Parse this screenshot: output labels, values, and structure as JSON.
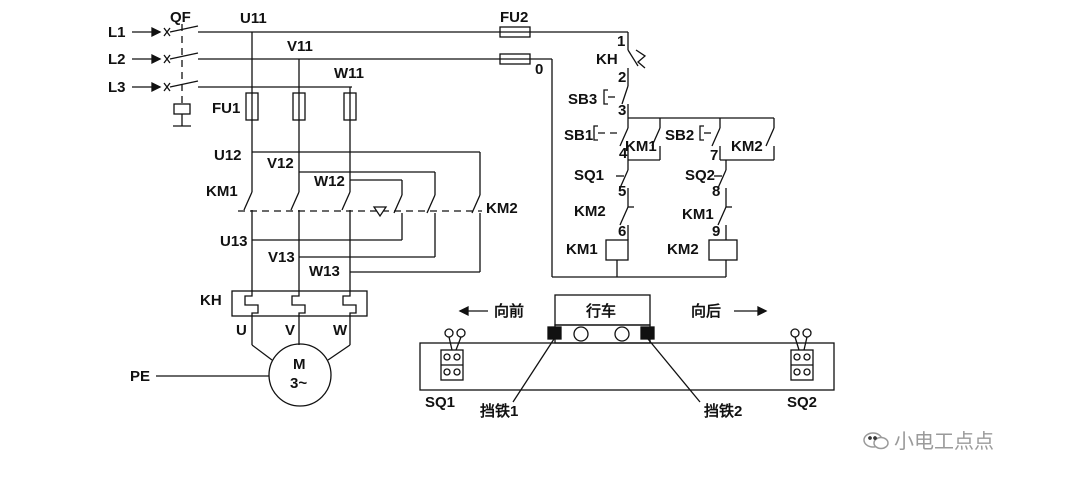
{
  "power": {
    "lines": [
      "L1",
      "L2",
      "L3"
    ],
    "breaker": "QF",
    "fuse_main": "FU1",
    "fuse_ctrl": "FU2",
    "nodes_top": [
      "U11",
      "V11",
      "W11"
    ],
    "nodes_mid": [
      "U12",
      "V12",
      "W12"
    ],
    "nodes_low": [
      "U13",
      "V13",
      "W13"
    ],
    "contactor_forward": "KM1",
    "contactor_reverse": "KM2",
    "overload": "KH",
    "motor_terminals": [
      "U",
      "V",
      "W"
    ],
    "motor_label": "M",
    "motor_phase": "3~",
    "ground": "PE"
  },
  "control": {
    "node_numbers": [
      "1",
      "2",
      "3",
      "4",
      "5",
      "6",
      "7",
      "8",
      "9",
      "0"
    ],
    "overload_contact": "KH",
    "stop_button": "SB3",
    "forward_button": "SB1",
    "reverse_button": "SB2",
    "forward_hold": "KM1",
    "reverse_hold": "KM2",
    "limit_forward": "SQ1",
    "limit_reverse": "SQ2",
    "interlock_forward": "KM2",
    "interlock_reverse": "KM1",
    "coil_forward": "KM1",
    "coil_reverse": "KM2"
  },
  "travel": {
    "cart_label": "行车",
    "forward_label": "向前",
    "backward_label": "向后",
    "limit_left": "SQ1",
    "limit_right": "SQ2",
    "stopper_left": "挡铁1",
    "stopper_right": "挡铁2"
  },
  "watermark": "小电工点点"
}
